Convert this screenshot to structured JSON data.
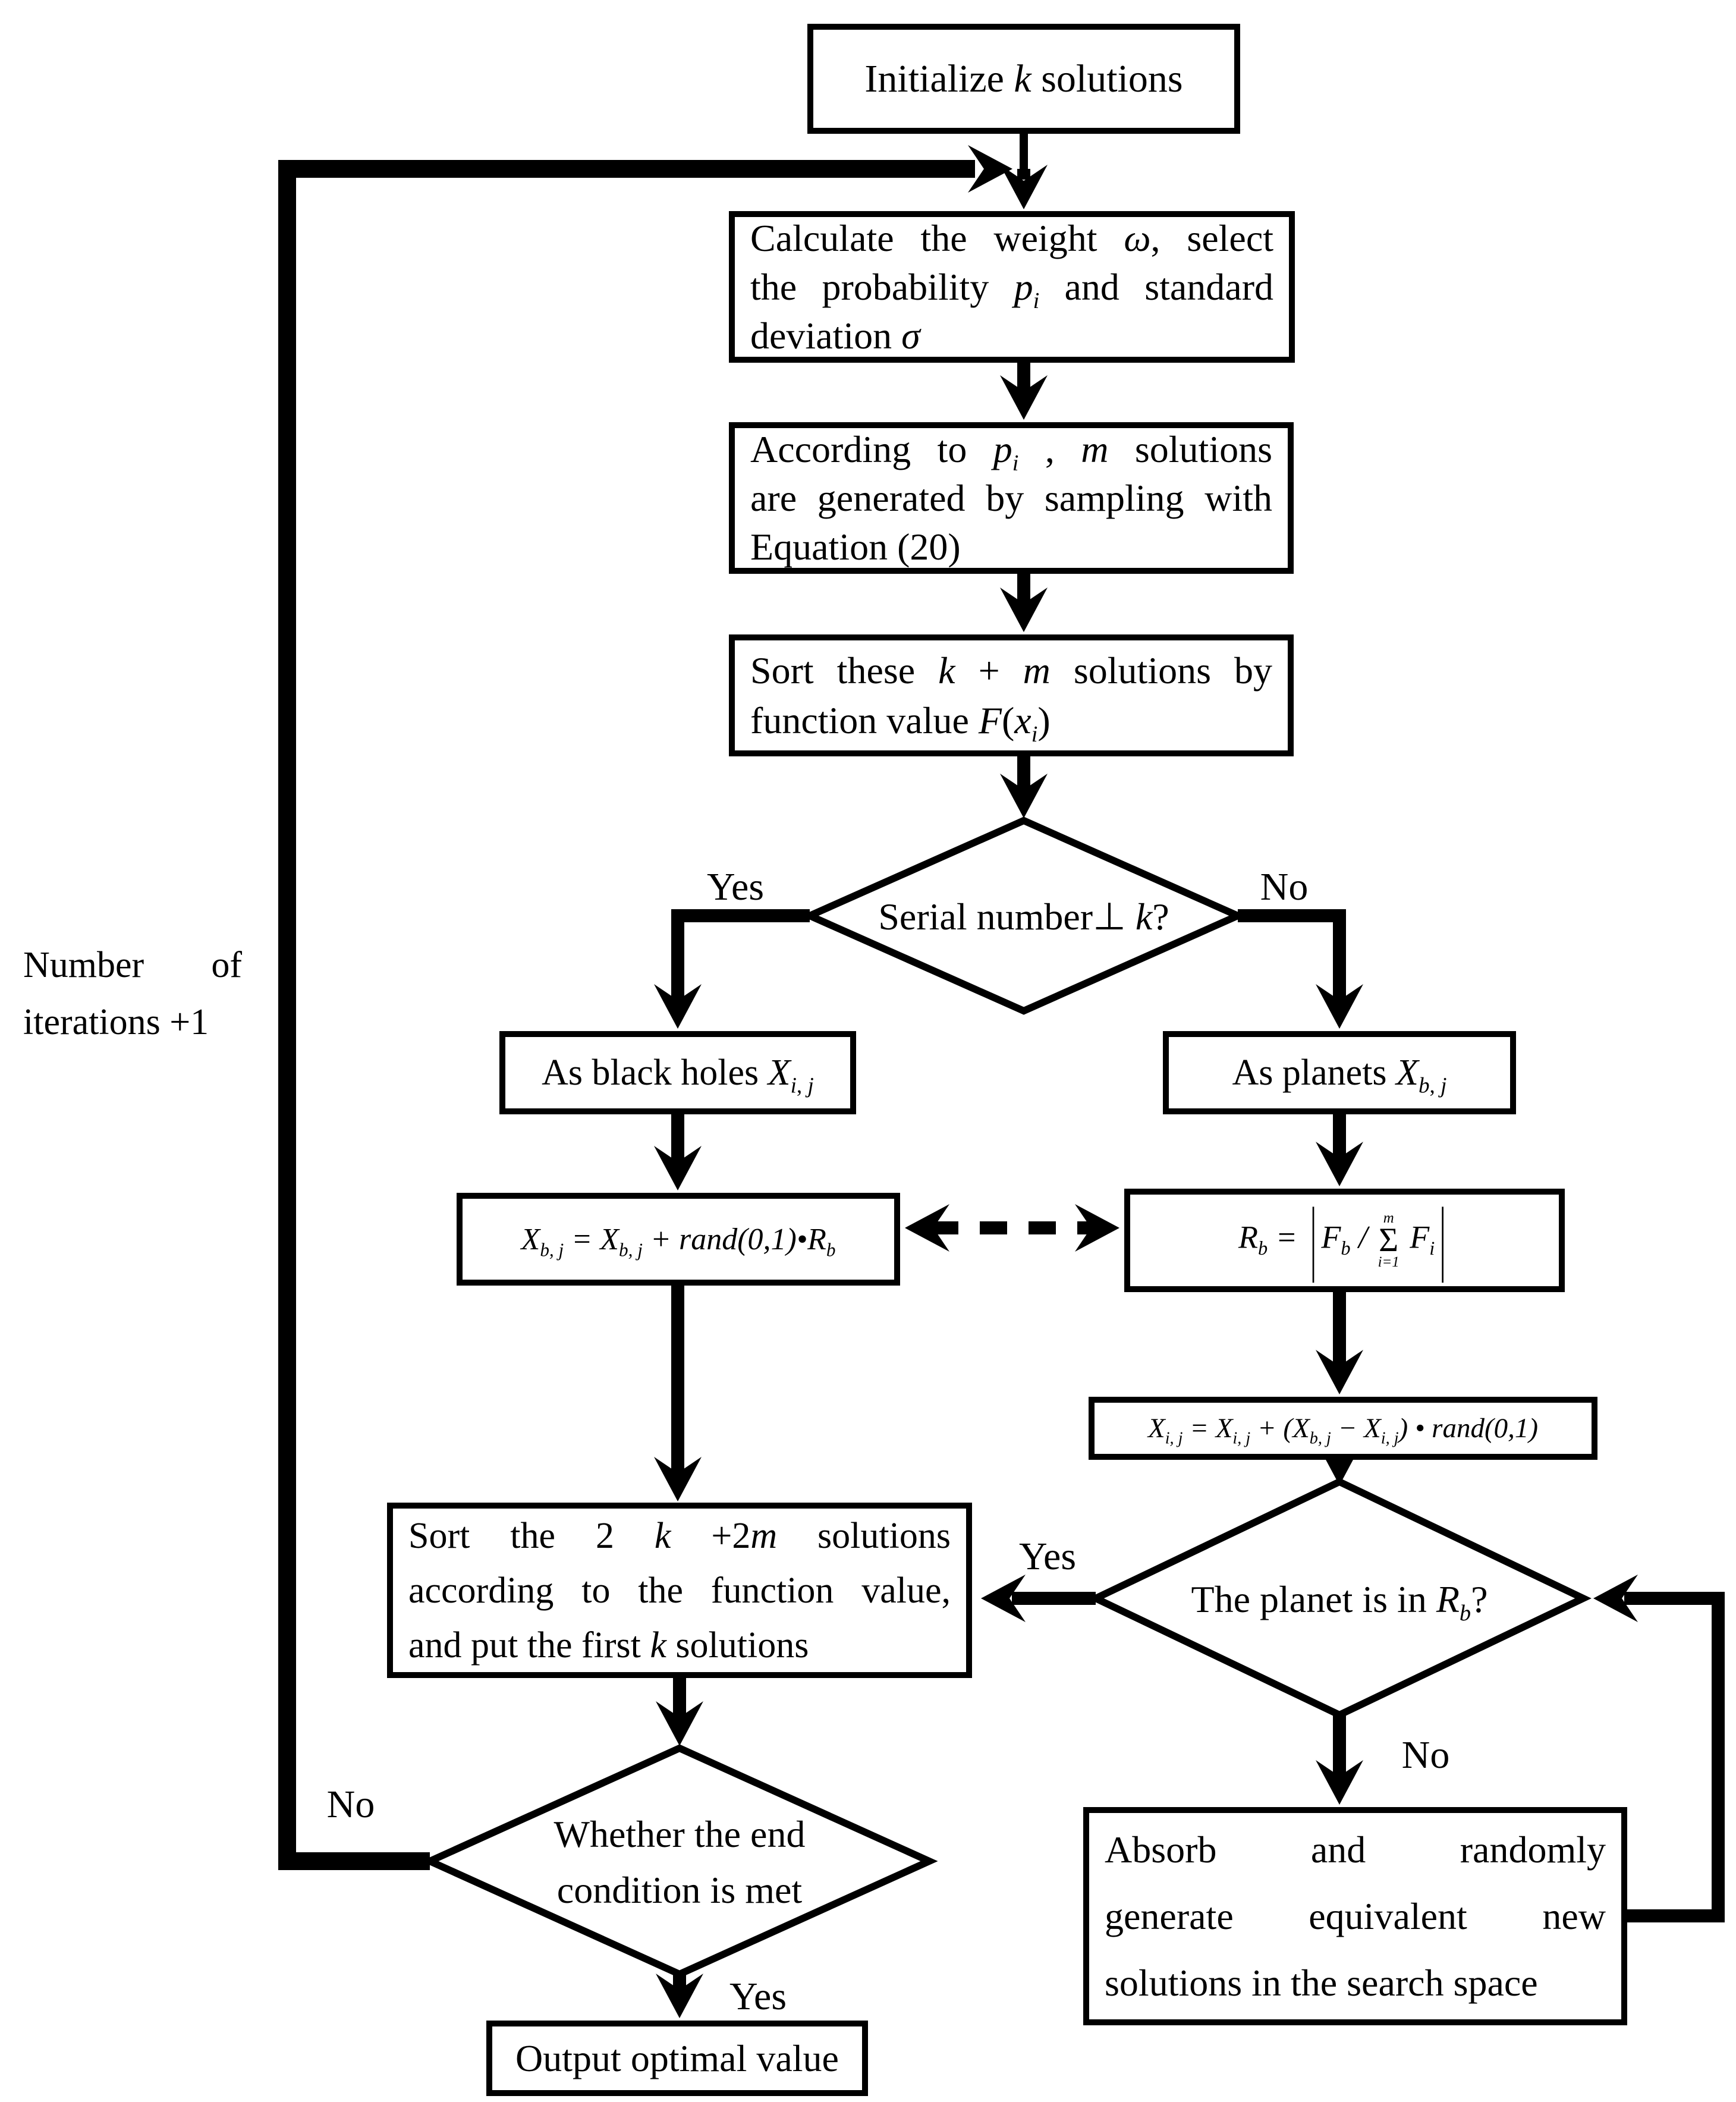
{
  "colors": {
    "line": "#000000",
    "background": "#ffffff",
    "text": "#000000"
  },
  "nodes": {
    "init": {
      "text": "Initialize *k* solutions"
    },
    "calc": {
      "lines": [
        "Calculate the weight *ω*, select",
        "the probability *p*_{*i*} and standard",
        "deviation *σ*"
      ]
    },
    "accord": {
      "lines": [
        "According to *p*_{*i*} , *m* solutions",
        "are generated by sampling with",
        "Equation (20)"
      ]
    },
    "sort_km": {
      "lines": [
        "Sort these *k* + *m* solutions by",
        "function value *F*(*x*_{*i*})"
      ]
    },
    "serial_decision": {
      "text": "Serial number⊥ *k*?"
    },
    "black_holes": {
      "text": "As black holes *X*_{*i*, *j*}"
    },
    "planets": {
      "text": "As planets *X*_{*b*, *j*}"
    },
    "bh_update": {
      "text": "*X*_{*b*, *j*} = *X*_{*b*, *j*} + *rand*(0,1)•*R*_{*b*}"
    },
    "radius": {
      "text": "*R*_{*b*} = |*F*_{*b*} / Σ_{i=1}^{m} *F*_{*i*}|"
    },
    "planet_update": {
      "text": "*X*_{*i*, *j*} = *X*_{*i*, *j*} + (*X*_{*b*, *j*} − *X*_{*i*, *j*}) • *rand*(0,1)"
    },
    "in_radius_decision": {
      "text": "The planet is in *R*_{*b*}?"
    },
    "sort_2k2m": {
      "lines": [
        "Sort the 2 *k* +2*m* solutions",
        "according to the function value,",
        "and put the first *k* solutions"
      ]
    },
    "absorb": {
      "lines": [
        "Absorb and randomly",
        "generate equivalent new",
        "solutions in the search space"
      ]
    },
    "end_decision": {
      "lines": [
        "Whether the end",
        "condition is met"
      ]
    },
    "output": {
      "text": "Output optimal value"
    },
    "iteration_note": {
      "lines": [
        "Number of",
        "iterations +1"
      ]
    }
  },
  "labels": {
    "serial_yes": "Yes",
    "serial_no": "No",
    "in_radius_yes": "Yes",
    "in_radius_no": "No",
    "end_no": "No",
    "end_yes": "Yes"
  }
}
